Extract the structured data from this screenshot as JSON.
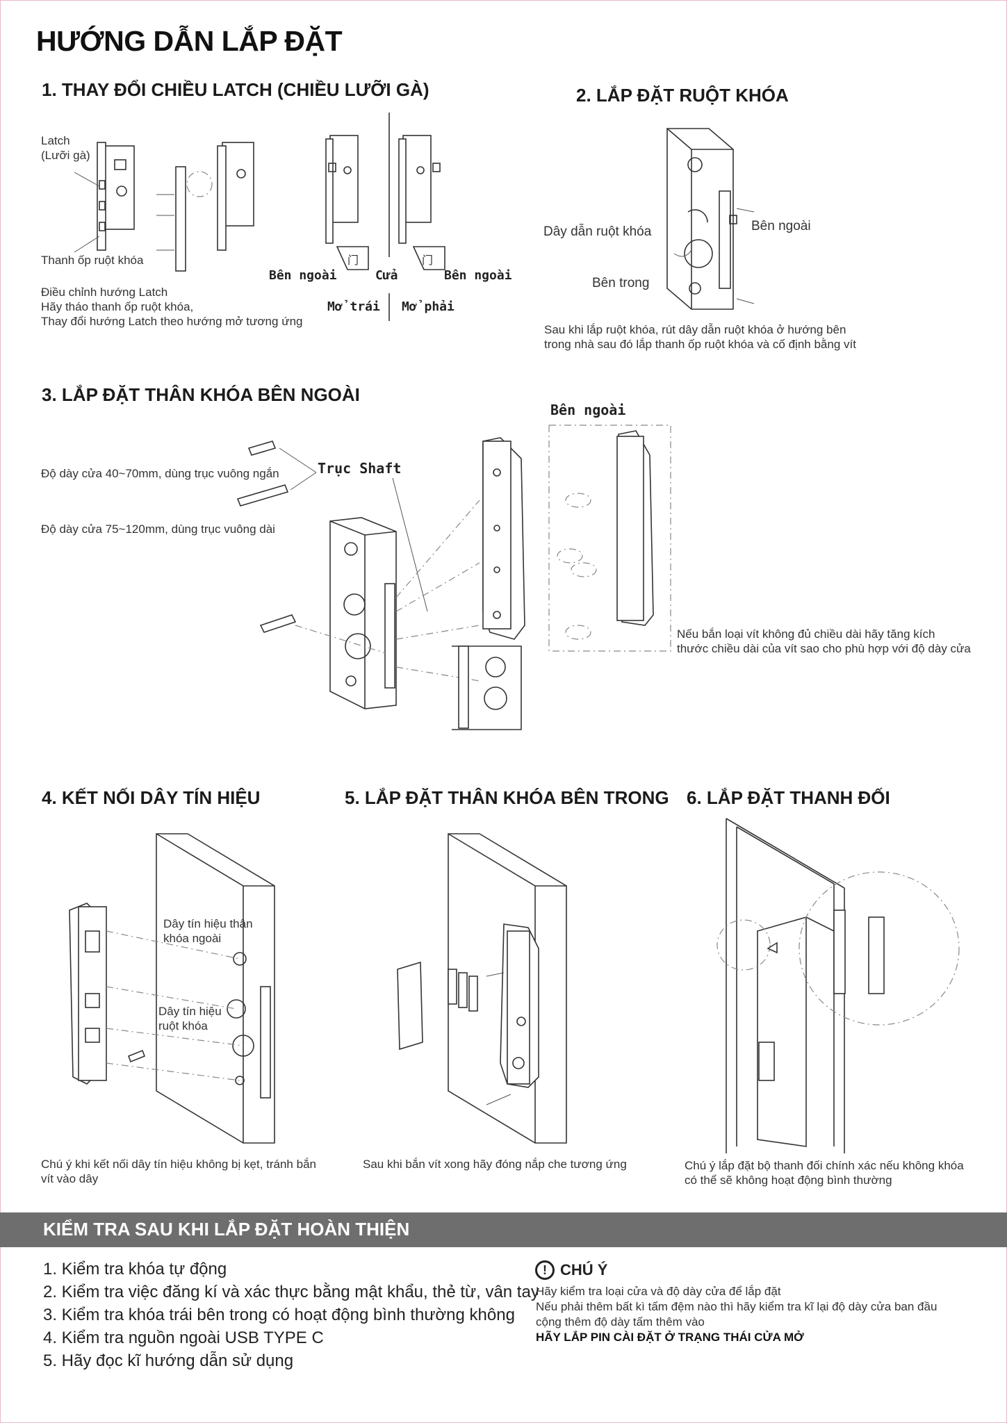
{
  "title": "HƯỚNG DẪN LẮP ĐẶT",
  "sections": {
    "s1": {
      "title": "1. THAY ĐỔI CHIỀU LATCH (CHIỀU LƯỠI GÀ)",
      "latch_label": "Latch\n(Lưỡi gà)",
      "plate_label": "Thanh ốp ruột khóa",
      "note": "Điều chỉnh hướng Latch\nHãy tháo thanh ốp ruột khóa,\nThay đổi hướng Latch theo hướng mở tương ứng",
      "outside_left": "Bên ngoài",
      "door": "Cửa",
      "outside_right": "Bên ngoài",
      "open_left": "Mở trái",
      "open_right": "Mở phải"
    },
    "s2": {
      "title": "2. LẮP ĐẶT RUỘT KHÓA",
      "wire_label": "Dây dẫn ruột khóa",
      "outside": "Bên ngoài",
      "inside": "Bên trong",
      "note": "Sau khi lắp ruột khóa, rút dây dẫn ruột khóa ở hướng bên\ntrong nhà sau đó lắp thanh ốp ruột khóa và cố định bằng vít"
    },
    "s3": {
      "title": "3. LẮP ĐẶT THÂN KHÓA BÊN NGOÀI",
      "short_shaft": "Độ dày cửa 40~70mm, dùng trục vuông ngắn",
      "long_shaft": "Độ dày cửa 75~120mm, dùng trục vuông dài",
      "shaft_label": "Trục Shaft",
      "outside": "Bên ngoài",
      "note": "Nếu bắn loại vít không đủ chiều dài hãy tăng kích\nthước chiều dài của vít sao cho phù hợp với độ dày cửa"
    },
    "s4": {
      "title": "4. KẾT NỐI DÂY TÍN HIỆU",
      "outer_signal": "Dây tín hiệu thân\n khóa ngoài",
      "cylinder_signal": "Dây tín hiệu\nruột khóa",
      "note": "Chú ý khi kết nối dây tín hiệu không bị kẹt, tránh bắn\nvít vào dây"
    },
    "s5": {
      "title": "5. LẮP ĐẶT THÂN KHÓA BÊN TRONG",
      "note": "Sau khi bắn vít xong hãy đóng nắp che tương ứng"
    },
    "s6": {
      "title": "6. LẮP ĐẶT THANH ĐỐI",
      "note": "Chú ý lắp đặt bộ thanh đối chính xác nếu không khóa\ncó thể sẽ không hoạt động bình thường"
    }
  },
  "check": {
    "banner": "KIỂM TRA SAU KHI LẮP ĐẶT HOÀN THIỆN",
    "items": [
      "1. Kiểm tra khóa tự động",
      "2. Kiểm tra việc đăng kí và xác thực bằng mật khẩu, thẻ từ, vân tay",
      "3. Kiểm tra khóa trái bên trong có hoạt động bình thường không",
      "4. Kiểm tra nguồn ngoài USB TYPE C",
      "5. Hãy đọc kĩ hướng dẫn sử dụng"
    ]
  },
  "notice": {
    "icon": "!",
    "heading": "CHÚ Ý",
    "line1": "Hãy kiểm tra loại cửa và độ dày cửa để lắp đặt",
    "line2": "Nếu phải thêm bất kì tấm đệm nào thì hãy kiểm tra kĩ lại độ dày cửa ban đầu",
    "line3": "cộng thêm độ dày tấm thêm vào",
    "line4": "HÃY LẮP PIN CÀI ĐẶT Ở TRẠNG THÁI CỬA MỞ"
  },
  "colors": {
    "banner": "#6e6e6e",
    "text": "#1a1a1a",
    "line": "#333333"
  }
}
